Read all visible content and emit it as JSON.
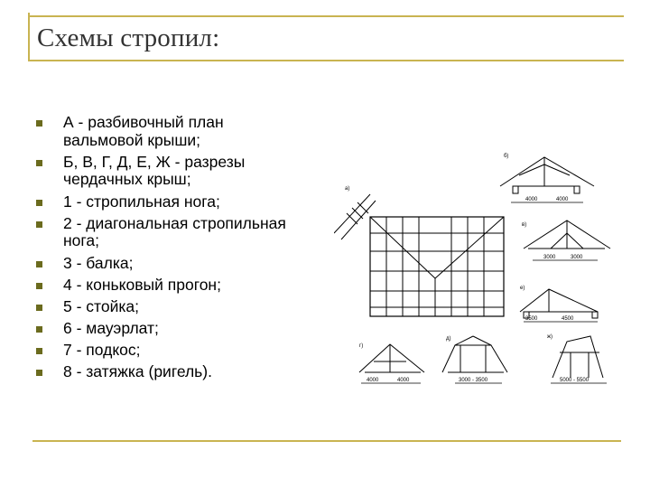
{
  "slide": {
    "title": "Схемы стропил:",
    "items": [
      {
        "text": "А - разбивочный план вальмовой крыши;"
      },
      {
        "text": "Б, В, Г, Д, Е, Ж - разрезы чердачных крыш;"
      },
      {
        "text": "1 - стропильная нога;"
      },
      {
        "text": "2 - диагональная стропильная нога;"
      },
      {
        "text": "3 - балка;"
      },
      {
        "text": "4 - коньковый прогон;"
      },
      {
        "text": "5 - стойка;"
      },
      {
        "text": "6 - мауэрлат;"
      },
      {
        "text": "7 - подкос;"
      },
      {
        "text": "8 - затяжка (ригель)."
      }
    ],
    "accent_color": "#c9b451",
    "bullet_color": "#6b6b1e"
  },
  "figure": {
    "labels": {
      "a": "а)",
      "b": "б)",
      "v": "в)",
      "g": "г)",
      "d": "д)",
      "e": "е)",
      "zh": "ж)",
      "b_dim1": "4000",
      "b_dim2": "4000",
      "v_dim1": "3000",
      "v_dim2": "3000",
      "e_dim1": "3500",
      "e_dim2": "4500",
      "g_dim1": "4000",
      "g_dim2": "4000",
      "d_dim": "3000 - 3500",
      "zh_dim": "5000 - 5500"
    }
  }
}
